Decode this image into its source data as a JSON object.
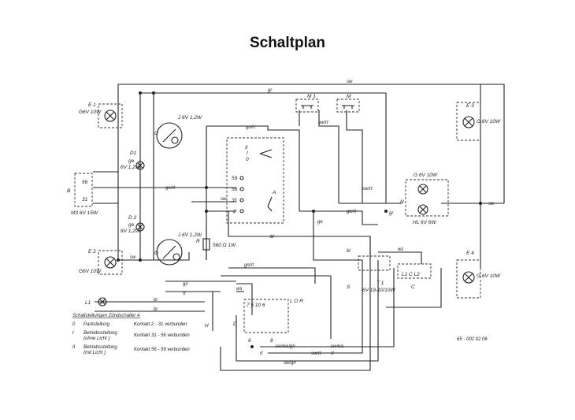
{
  "title": "Schaltplan",
  "components": {
    "e1": {
      "id": "E 1",
      "spec": "G6V 10W"
    },
    "e2": {
      "id": "E 2",
      "spec": "G6V 10W"
    },
    "e3": {
      "id": "E 3",
      "spec": "G 6V 10W"
    },
    "e4": {
      "id": "E 4",
      "spec": "G 6V 10W"
    },
    "d1": {
      "id": "D1",
      "spec1": "ge",
      "spec2": "6V 1,2W"
    },
    "d2": {
      "id": "D 2",
      "spec1": "ge",
      "spec2": "6V 1,2W"
    },
    "u": {
      "id": "U",
      "spec": "J 6V 1,2W"
    },
    "o": {
      "id": "O",
      "spec": "J 6V 1,2W"
    },
    "b": {
      "id": "B",
      "t1": "56",
      "t2": "31",
      "spec": "M3 6V 15W"
    },
    "m1": {
      "id": "M 1"
    },
    "m": {
      "id": "M"
    },
    "n": {
      "id": "N",
      "spec1": "G 6V 10W",
      "spec2": "HL 6V 6W"
    },
    "a": {
      "id": "A",
      "t59": "59",
      "t56": "56",
      "t31": "31",
      "t2": "2",
      "sII": "II",
      "sI": "I",
      "s0": "0"
    },
    "r": {
      "id": "R",
      "spec": "560 Ω 1W"
    },
    "s": {
      "id": "S"
    },
    "t1": {
      "id": "T 1",
      "spec": "6V 19-10/10W"
    },
    "c": {
      "id": "C",
      "terms": "L1 C L2"
    },
    "l1": {
      "id": "L1"
    },
    "d": {
      "id": "D",
      "terms": "7  5  10  6",
      "t6": "6",
      "t8": "8",
      "dir": "L  O  R"
    },
    "h": {
      "id": "H"
    }
  },
  "wires": {
    "sw": "sw",
    "gr": "gr",
    "grrt": "gn/rt",
    "swrt": "sw/rt",
    "gert": "ge/rt",
    "bl": "bl",
    "ws": "ws",
    "gn": "gn",
    "br": "br",
    "rt": "rt",
    "swgn": "sw/gn",
    "swwsgn": "sw/ws/gn",
    "swws": "sw/ws",
    "ge": "ge"
  },
  "legend": {
    "heading": "Schaltstellungen  Zündschalter  A",
    "rows": [
      {
        "pos": "0",
        "name": "Parkstellung",
        "name2": "",
        "desc": "Kontakt  2 - 31  verbunden"
      },
      {
        "pos": "I",
        "name": "Betriebsstellung",
        "name2": "(ohne Licht )",
        "desc": "Kontakt  31 - 56 verbunden"
      },
      {
        "pos": "II",
        "name": "Betriebsstellung",
        "name2": "(mit Licht )",
        "desc": "Kontakt  56 - 59 verbunden"
      }
    ]
  },
  "drawing_number": "65 · 002 02 06"
}
